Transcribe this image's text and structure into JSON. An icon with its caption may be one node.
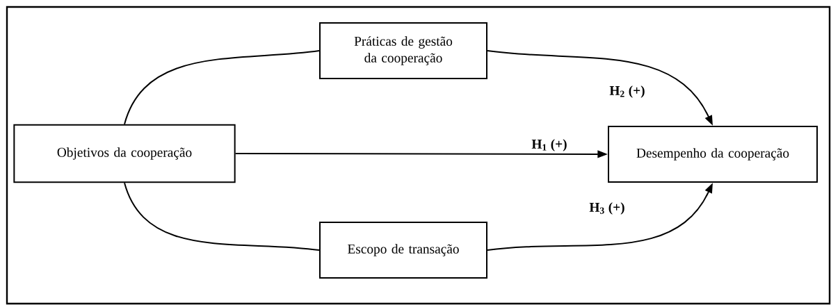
{
  "diagram": {
    "nodes": [
      {
        "text": [
          "Práticas de gestão da cooperação"
        ]
      },
      {
        "text": [
          "Objetivos da cooperação"
        ]
      },
      {
        "text": [
          "Desempenho da cooperação"
        ]
      },
      {
        "text": [
          "Escopo de transação"
        ]
      }
    ],
    "edges": [
      {
        "from": 1,
        "to": 0,
        "arrow": "none"
      },
      {
        "from": 0,
        "to": 2,
        "arrow": "to",
        "label": "H$_{2}$ (+)"
      },
      {
        "from": 1,
        "to": 2,
        "arrow": "to",
        "label": "H$_{1}$ (+)"
      },
      {
        "from": 1,
        "to": 3,
        "arrow": "none"
      },
      {
        "from": 3,
        "to": 2,
        "arrow": "to",
        "label": "H$_{3}$ (+)"
      }
    ]
  }
}
